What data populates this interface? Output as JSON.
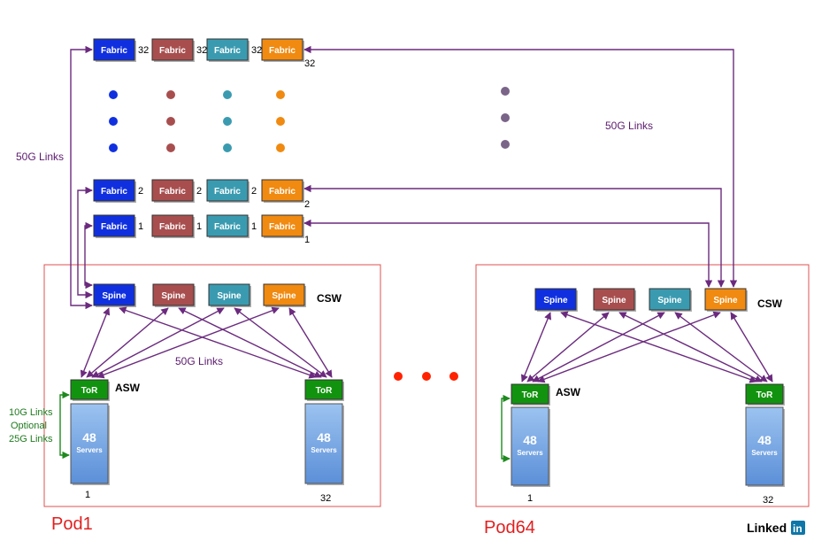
{
  "colors": {
    "blue": "#1030e0",
    "red": "#a84e4e",
    "teal": "#3a9bb0",
    "orange": "#f08a10",
    "purple_link": "#6b2a7e",
    "purple_dot": "#7a6488",
    "green_tor": "#12930f",
    "pod_border": "#e05050",
    "red_dot": "#ff2200"
  },
  "fabric_label": "Fabric",
  "spine_label": "Spine",
  "tor_label": "ToR",
  "server_count": "48",
  "server_label": "Servers",
  "fabric_rows": [
    {
      "nums": [
        "32",
        "32",
        "32",
        "32"
      ]
    },
    {
      "nums": [
        "2",
        "2",
        "2",
        "2"
      ]
    },
    {
      "nums": [
        "1",
        "1",
        "1",
        "1"
      ]
    }
  ],
  "labels": {
    "links_50g_left": "50G Links",
    "links_50g_right": "50G Links",
    "links_50g_pod": "50G Links",
    "csw_pod1": "CSW",
    "csw_pod64": "CSW",
    "asw_pod1": "ASW",
    "asw_pod64": "ASW",
    "links_10g_line1": "10G Links",
    "links_10g_line2": "Optional",
    "links_10g_line3": "25G Links",
    "rack_left_num_pod1": "1",
    "rack_right_num_pod1": "32",
    "rack_left_num_pod64": "1",
    "rack_right_num_pod64": "32",
    "pod1": "Pod1",
    "pod64": "Pod64",
    "logo_text": "Linked",
    "logo_in": "in"
  }
}
